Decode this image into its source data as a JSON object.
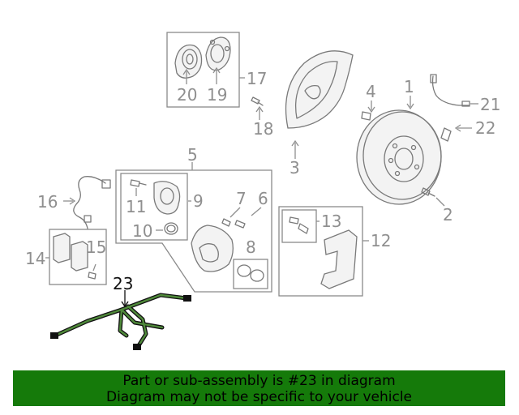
{
  "diagram": {
    "highlighted_part": "23",
    "callouts": {
      "c1": "1",
      "c2": "2",
      "c3": "3",
      "c4": "4",
      "c5": "5",
      "c6": "6",
      "c7": "7",
      "c8": "8",
      "c9": "9",
      "c10": "10",
      "c11": "11",
      "c12": "12",
      "c13": "13",
      "c14": "14",
      "c15": "15",
      "c16": "16",
      "c17": "17",
      "c18": "18",
      "c19": "19",
      "c20": "20",
      "c21": "21",
      "c22": "22",
      "c23": "23"
    },
    "colors": {
      "highlight": "#4f8a3a",
      "banner_bg": "#157a0a",
      "callout": "#8f8f8f"
    }
  },
  "banner": {
    "line1": "Part or sub-assembly is #23 in diagram",
    "line2": "Diagram may not be specific to your vehicle"
  }
}
